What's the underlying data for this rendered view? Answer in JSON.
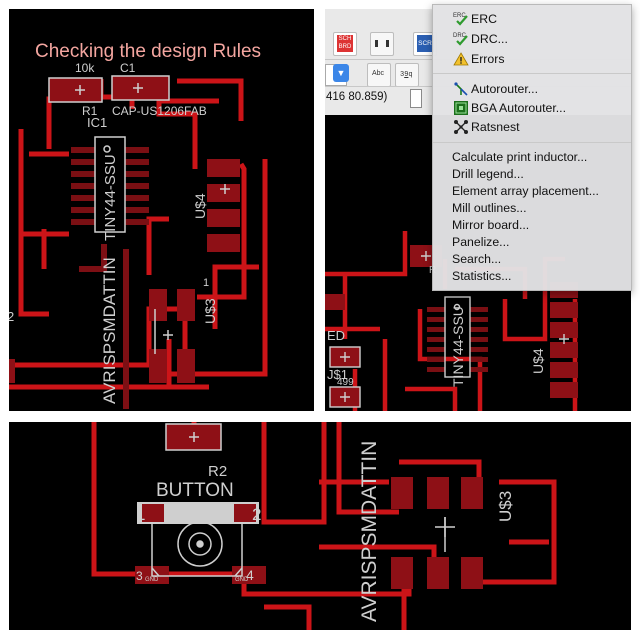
{
  "panel1": {
    "title": "Checking the design Rules",
    "labels": {
      "r1_value": "10k",
      "c1_name": "C1",
      "r1_name": "R1",
      "c1_value": "CAP-US1206FAB",
      "ic1_name": "IC1",
      "ic1_value": "TINY44-SSU",
      "u4": "U$4",
      "u3": "U$3",
      "avr": "AVRISPSMDATTIN",
      "one": "1",
      "edge2": "2"
    }
  },
  "panel2": {
    "toolbar": {
      "sch_label": "SCH BRD",
      "scr_label": "SCR",
      "abc_label": "Abc",
      "coordinate": "416 80.859)"
    },
    "menu": {
      "items": [
        {
          "label": "ERC",
          "icon": "erc-check-icon"
        },
        {
          "label": "DRC...",
          "icon": "drc-check-icon"
        },
        {
          "label": "Errors",
          "icon": "warning-icon"
        },
        {
          "label": "Autorouter...",
          "icon": "autorouter-icon"
        },
        {
          "label": "BGA Autorouter...",
          "icon": "bga-icon"
        },
        {
          "label": "Ratsnest",
          "icon": "ratsnest-icon"
        },
        {
          "label": "Calculate print inductor..."
        },
        {
          "label": "Drill legend..."
        },
        {
          "label": "Element array placement..."
        },
        {
          "label": "Mill outlines..."
        },
        {
          "label": "Mirror board..."
        },
        {
          "label": "Panelize..."
        },
        {
          "label": "Search..."
        },
        {
          "label": "Statistics..."
        }
      ]
    },
    "labels": {
      "ic_value": "TINY44-SSU",
      "u4": "U$4",
      "led": "ED",
      "us1": "J$1",
      "r_value": "499",
      "r_name": "R"
    }
  },
  "panel3": {
    "labels": {
      "r2": "R2",
      "button": "BUTTON",
      "pin1": "1",
      "pin2": "2",
      "pin3": "3",
      "pin4": "4",
      "gnd_left": "GND",
      "gnd_right": "GND",
      "avr": "AVRISPSMDATTIN",
      "u3": "U$3"
    }
  },
  "colors": {
    "trace": "#d8141a",
    "pad": "#8e1016",
    "silk": "#c7c7c7",
    "background": "#000000"
  }
}
